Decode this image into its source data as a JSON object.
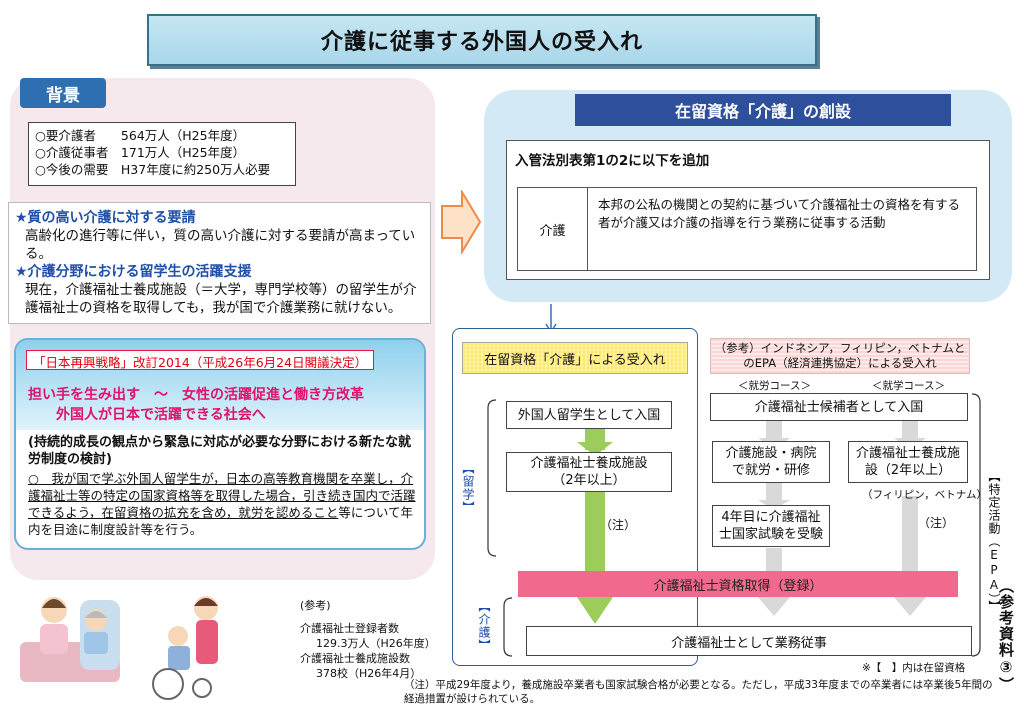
{
  "title": "介護に従事する外国人の受入れ",
  "background": {
    "label": "背景",
    "stats": [
      "○要介護者　　564万人（H25年度）",
      "○介護従事者　171万人（H25年度）",
      "○今後の需要　H37年度に約250万人必要"
    ],
    "req1_head": "★質の高い介護に対する要請",
    "req1_body": "高齢化の進行等に伴い，質の高い介護に対する要請が高まっている。",
    "req2_head": "★介護分野における留学生の活躍支援",
    "req2_body": "現在，介護福祉士養成施設（＝大学，専門学校等）の留学生が介護福祉士の資格を取得しても，我が国で介護業務に就けない。",
    "strategy_tag": "「日本再興戦略」改訂2014（平成26年6月24日閣議決定）",
    "strategy_sub1": "担い手を生み出す　～　女性の活躍促進と働き方改革",
    "strategy_sub2": "外国人が日本で活躍できる社会へ",
    "strategy_heading": "(持続的成長の観点から緊急に対応が必要な分野における新たな就労制度の検討)",
    "strategy_body_u": "○　我が国で学ぶ外国人留学生が，日本の高等教育機関を卒業し，介護福祉士等の特定の国家資格等を取得した場合，引き続き国内で活躍できるよう，在留資格の拡充を含め，就労を認めること",
    "strategy_body_rest": "等について年内を目途に制度設計等を行う。"
  },
  "status": {
    "label": "在留資格「介護」の創設",
    "heading": "入管法別表第1の2に以下を追加",
    "row_label": "介護",
    "row_text": "本邦の公私の機関との契約に基づいて介護福祉士の資格を有する者が介護又は介護の指導を行う業務に従事する活動"
  },
  "flow": {
    "head": "在留資格「介護」による受入れ",
    "step1": "外国人留学生として入国",
    "step2": "介護福祉士養成施設（2年以上）",
    "note": "（注）",
    "side_study": "【留学】",
    "side_care": "【介護】"
  },
  "epa": {
    "head": "（参考）インドネシア，フィリピン，ベトナムとのEPA（経済連携協定）による受入れ",
    "course_work": "＜就労コース＞",
    "course_study": "＜就学コース＞",
    "step1": "介護福祉士候補者として入国",
    "work_step": "介護施設・病院で就労・研修",
    "study_step": "介護福祉士養成施設（2年以上）",
    "study_note": "（フィリピン，ベトナム）",
    "exam_step": "4年目に介護福祉士国家試験を受験",
    "note": "（注）",
    "side": "【特定活動（EPA）】"
  },
  "registration": "介護福祉士資格取得（登録）",
  "work": "介護福祉士として業務従事",
  "bracket_note": "※【　】内は在留資格",
  "reference": {
    "head": "(参考)",
    "line1": "介護福祉士登録者数",
    "line2": "129.3万人（H26年度）",
    "line3": "介護福祉士養成施設数",
    "line4": "378校（H26年4月）"
  },
  "footnote": "（注）平成29年度より，養成施設卒業者も国家試験合格が必要となる。ただし，平成33年度までの卒業者には卒業後5年間の経過措置が設けられている。",
  "side_label": "（参考資料③）"
}
